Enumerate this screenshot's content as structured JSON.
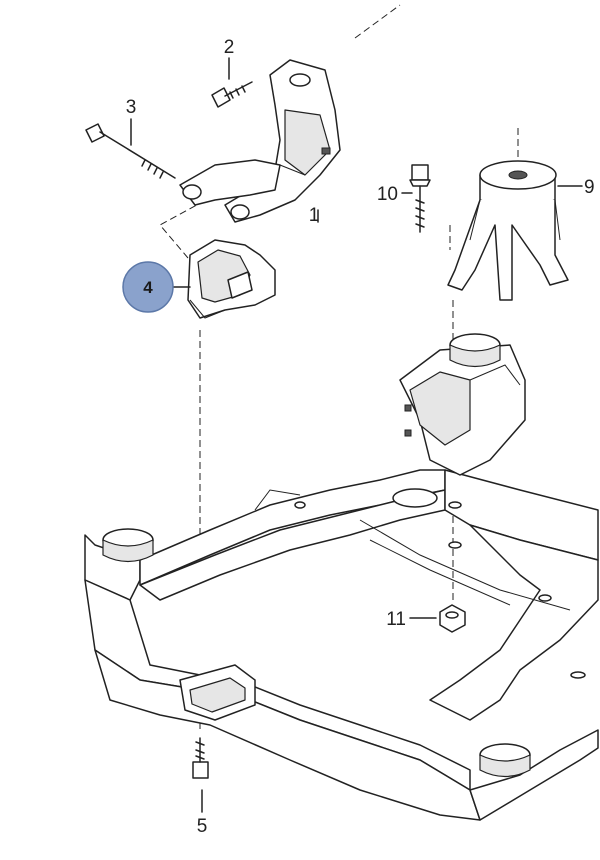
{
  "diagram": {
    "callouts": [
      {
        "id": "1",
        "label": "1"
      },
      {
        "id": "2",
        "label": "2"
      },
      {
        "id": "3",
        "label": "3"
      },
      {
        "id": "4",
        "label": "4",
        "highlighted": true
      },
      {
        "id": "5",
        "label": "5"
      },
      {
        "id": "9",
        "label": "9"
      },
      {
        "id": "10",
        "label": "10"
      },
      {
        "id": "11",
        "label": "11"
      }
    ],
    "colors": {
      "line": "#222222",
      "badge_fill": "#8aa2cc",
      "badge_stroke": "#5c78a8"
    }
  }
}
